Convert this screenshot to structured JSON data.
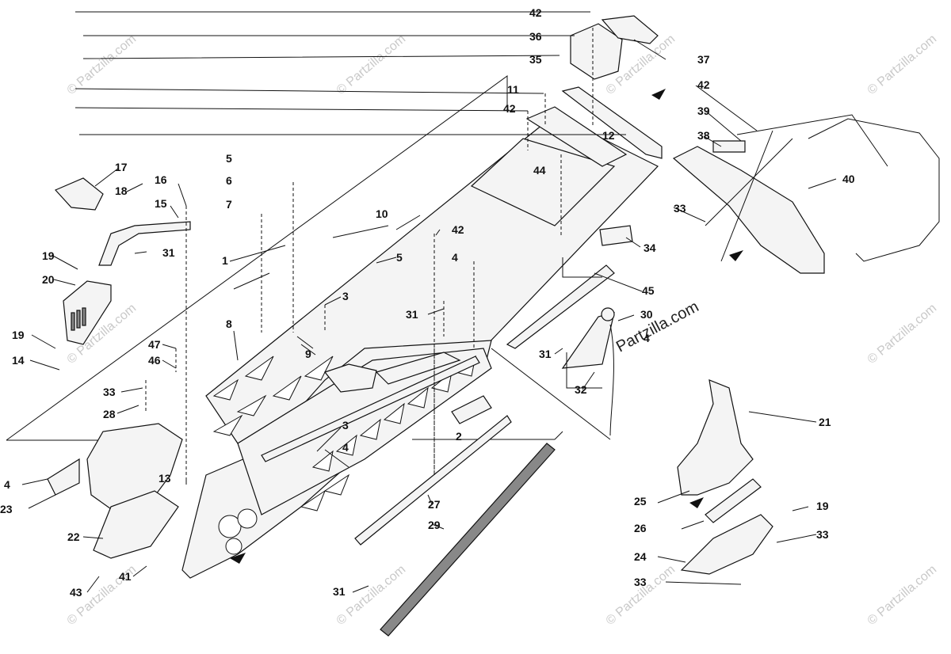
{
  "watermark": {
    "text": "© Partzilla.com",
    "overlay_text": "Partzilla.com"
  },
  "callouts": [
    {
      "id": "c1",
      "label": "1"
    },
    {
      "id": "c2",
      "label": "2"
    },
    {
      "id": "c3a",
      "label": "3"
    },
    {
      "id": "c3b",
      "label": "3"
    },
    {
      "id": "c4a",
      "label": "4"
    },
    {
      "id": "c4b",
      "label": "4"
    },
    {
      "id": "c4c",
      "label": "4"
    },
    {
      "id": "c4d",
      "label": "4"
    },
    {
      "id": "c5a",
      "label": "5"
    },
    {
      "id": "c5b",
      "label": "5"
    },
    {
      "id": "c6",
      "label": "6"
    },
    {
      "id": "c7",
      "label": "7"
    },
    {
      "id": "c8",
      "label": "8"
    },
    {
      "id": "c9",
      "label": "9"
    },
    {
      "id": "c10",
      "label": "10"
    },
    {
      "id": "c11",
      "label": "11"
    },
    {
      "id": "c12",
      "label": "12"
    },
    {
      "id": "c13",
      "label": "13"
    },
    {
      "id": "c14",
      "label": "14"
    },
    {
      "id": "c15",
      "label": "15"
    },
    {
      "id": "c16",
      "label": "16"
    },
    {
      "id": "c17",
      "label": "17"
    },
    {
      "id": "c18",
      "label": "18"
    },
    {
      "id": "c19a",
      "label": "19"
    },
    {
      "id": "c19b",
      "label": "19"
    },
    {
      "id": "c19c",
      "label": "19"
    },
    {
      "id": "c20",
      "label": "20"
    },
    {
      "id": "c21",
      "label": "21"
    },
    {
      "id": "c22",
      "label": "22"
    },
    {
      "id": "c23",
      "label": "23"
    },
    {
      "id": "c24",
      "label": "24"
    },
    {
      "id": "c25",
      "label": "25"
    },
    {
      "id": "c26",
      "label": "26"
    },
    {
      "id": "c27",
      "label": "27"
    },
    {
      "id": "c28",
      "label": "28"
    },
    {
      "id": "c29",
      "label": "29"
    },
    {
      "id": "c30",
      "label": "30"
    },
    {
      "id": "c31a",
      "label": "31"
    },
    {
      "id": "c31b",
      "label": "31"
    },
    {
      "id": "c31c",
      "label": "31"
    },
    {
      "id": "c31d",
      "label": "31"
    },
    {
      "id": "c32",
      "label": "32"
    },
    {
      "id": "c33a",
      "label": "33"
    },
    {
      "id": "c33b",
      "label": "33"
    },
    {
      "id": "c33c",
      "label": "33"
    },
    {
      "id": "c33d",
      "label": "33"
    },
    {
      "id": "c34",
      "label": "34"
    },
    {
      "id": "c35",
      "label": "35"
    },
    {
      "id": "c36",
      "label": "36"
    },
    {
      "id": "c37",
      "label": "37"
    },
    {
      "id": "c38",
      "label": "38"
    },
    {
      "id": "c39",
      "label": "39"
    },
    {
      "id": "c40",
      "label": "40"
    },
    {
      "id": "c41",
      "label": "41"
    },
    {
      "id": "c42a",
      "label": "42"
    },
    {
      "id": "c42b",
      "label": "42"
    },
    {
      "id": "c42c",
      "label": "42"
    },
    {
      "id": "c42d",
      "label": "42"
    },
    {
      "id": "c43",
      "label": "43"
    },
    {
      "id": "c44",
      "label": "44"
    },
    {
      "id": "c45",
      "label": "45"
    },
    {
      "id": "c46",
      "label": "46"
    },
    {
      "id": "c47",
      "label": "47"
    }
  ]
}
